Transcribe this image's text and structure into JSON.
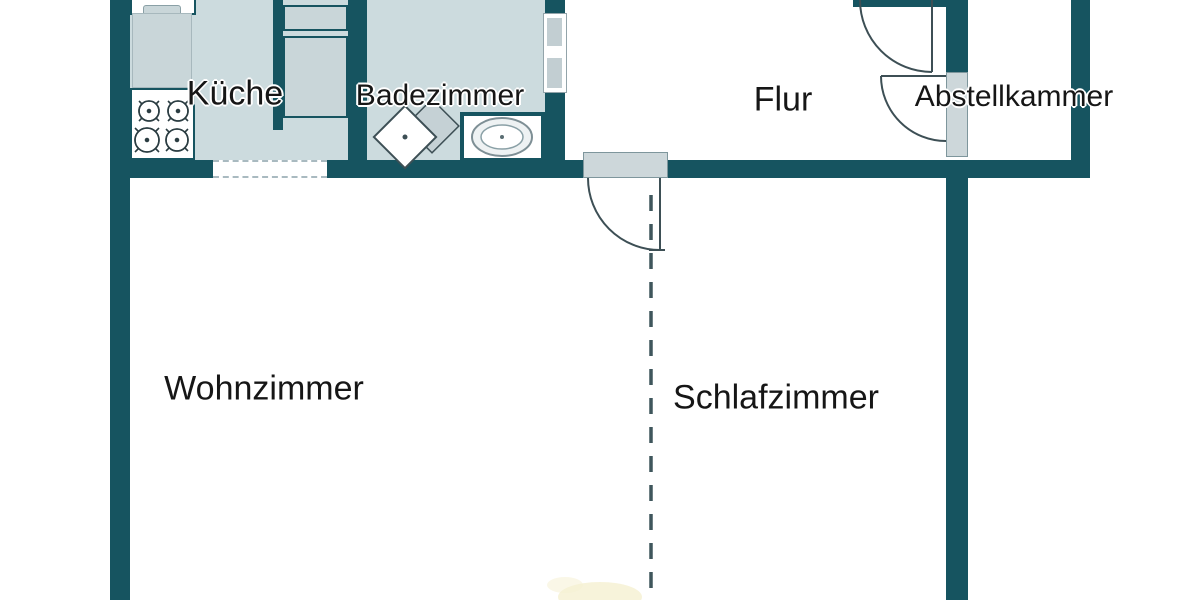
{
  "floorplan": {
    "rooms": [
      {
        "id": "kueche",
        "label": "Küche"
      },
      {
        "id": "badezimmer",
        "label": "Badezimmer"
      },
      {
        "id": "flur",
        "label": "Flur"
      },
      {
        "id": "abstellkammer",
        "label": "Abstellkammer"
      },
      {
        "id": "wohnzimmer",
        "label": "Wohnzimmer"
      },
      {
        "id": "schlafzimmer",
        "label": "Schlafzimmer"
      }
    ],
    "fixtures": [
      "stove-icon",
      "kitchen-sink-icon",
      "kitchen-counter",
      "kitchen-appliance-boxes",
      "toilet-icon",
      "washbasin-icon",
      "entry-door-swing",
      "storage-door-swing",
      "hall-door-swing",
      "bathroom-sliding-door",
      "wall-opening",
      "room-divider-dashed-line"
    ],
    "colors": {
      "wall": "#165460",
      "room_fill": "#ccdbde",
      "door_fill": "#cdd7da",
      "outline": "#3d4f55",
      "label_text": "#161616",
      "label_halo": "#ffffff",
      "floor_blob": "#f6f1d3",
      "background": "#ffffff"
    }
  }
}
